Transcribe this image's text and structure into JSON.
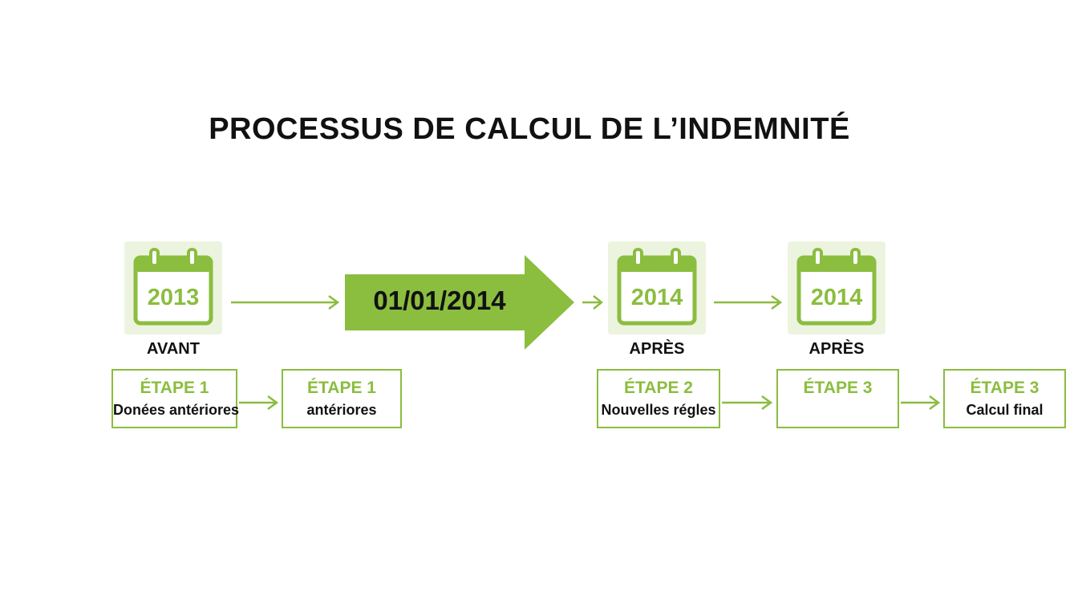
{
  "title": "PROCESSUS DE CALCUL DE L’INDEMNITÉ",
  "colors": {
    "accent": "#8bbd3f",
    "accent_light": "#ecf4df",
    "text": "#111111"
  },
  "calendars": [
    {
      "year": "2013",
      "label": "AVANT"
    },
    {
      "year": "2014",
      "label": "APRÈS"
    },
    {
      "year": "2014",
      "label": "APRÈS"
    }
  ],
  "transition": {
    "date": "01/01/2014"
  },
  "steps": [
    {
      "title": "ÉTAPE 1",
      "text": "Donées antériores"
    },
    {
      "title": "ÉTAPE 1",
      "text": "antériores"
    },
    {
      "title": "ÉTAPE 2",
      "text": "Nouvelles régles"
    },
    {
      "title": "ÉTAPE 3",
      "text": ""
    },
    {
      "title": "ÉTAPE 3",
      "text": "Calcul final"
    }
  ]
}
